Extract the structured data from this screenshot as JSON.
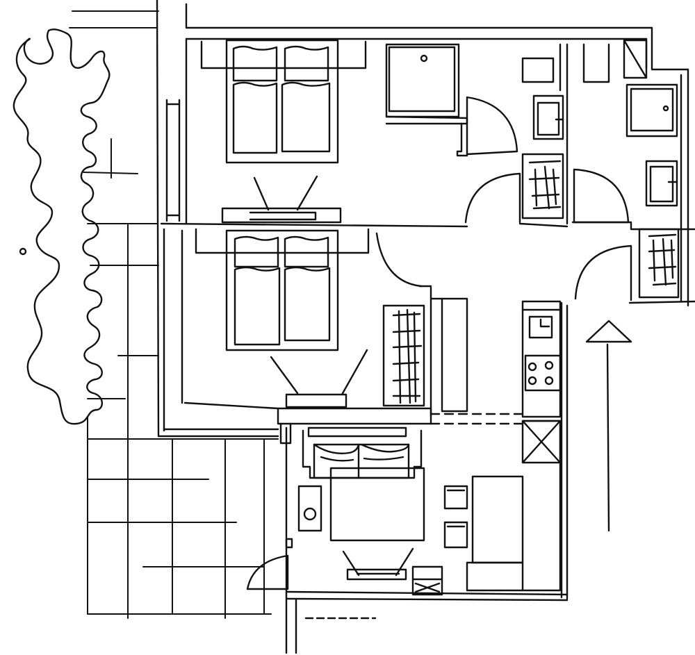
{
  "drawing": {
    "style": "hand-drawn floor plan sketch",
    "ink_color": "#111111",
    "paper_color": "#ffffff",
    "rooms": [
      {
        "name": "bedroom-top",
        "furniture": [
          "double-bed",
          "wardrobe-shelf",
          "tv-stand"
        ]
      },
      {
        "name": "bedroom-middle",
        "furniture": [
          "double-bed",
          "bookshelf",
          "tv-stand",
          "closet"
        ]
      },
      {
        "name": "bathroom-left",
        "furniture": [
          "shower",
          "sink",
          "toilet",
          "radiator"
        ]
      },
      {
        "name": "bathroom-right",
        "furniture": [
          "shower",
          "sink",
          "toilet",
          "radiator"
        ]
      },
      {
        "name": "living-room",
        "furniture": [
          "sofa",
          "coffee-table",
          "side-table",
          "two-chairs",
          "dining-table",
          "tv-stand",
          "cabinet"
        ]
      },
      {
        "name": "kitchen",
        "furniture": [
          "sink",
          "stove-4-burner",
          "fridge"
        ]
      },
      {
        "name": "terrace",
        "furniture": [
          "paving-grid"
        ]
      },
      {
        "name": "garden",
        "furniture": [
          "hedge"
        ]
      }
    ],
    "north_arrow": true
  }
}
